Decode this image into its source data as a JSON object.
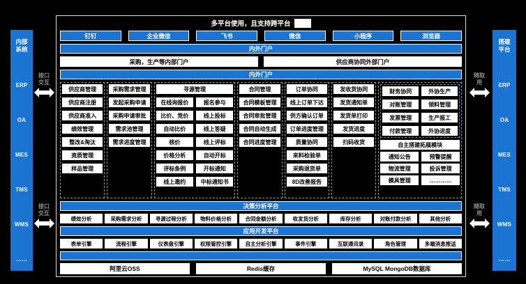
{
  "colors": {
    "blue": "#1b74d2",
    "label": "#8f8f8f",
    "dash": "#9a9a9a",
    "bluedash": "#4a8fe2"
  },
  "title": {
    "text": "多平台使用，且支持跨平台"
  },
  "left_sidebar": {
    "title": "内部系统",
    "items": [
      "ERP",
      "OA",
      "MES",
      "TMS",
      "WMS",
      "……"
    ]
  },
  "right_sidebar": {
    "title": "搭建平台",
    "items": [
      "ERP",
      "OA",
      "MES",
      "TMS",
      "WMS",
      "……"
    ]
  },
  "connectors": {
    "left": {
      "label": "接口交互"
    },
    "right": {
      "label": "随取用"
    }
  },
  "top_apps": [
    "钉钉",
    "企业微信",
    "飞书",
    "微信",
    "小程序",
    "浏览器"
  ],
  "portal_bar": "内外门户",
  "portals": [
    "采购，生产等内部门户",
    "供应商协同外部门户"
  ],
  "collab_bar": "内外门户",
  "module_columns": [
    {
      "header": "供应商管理",
      "items": [
        "供应商注册",
        "供应商准入",
        "绩效管理",
        "整改&淘汰",
        "资质管理",
        "样品管理"
      ]
    },
    {
      "header": "采购需求管理",
      "items": [
        "发起采购申请",
        "采购申请审批",
        "需求池管理",
        "需求进度管理"
      ]
    },
    {
      "header": "寻源管理",
      "sub_columns": [
        [
          "在线询报价",
          "比价、竞价",
          "自动比价",
          "核价",
          "价格分析",
          "评标条例",
          "线上邀约"
        ],
        [
          "报名参与",
          "线上投标",
          "线上答疑",
          "线上评标",
          "自动开标",
          "开标通知",
          "中标通知书"
        ]
      ]
    },
    {
      "header": "合同管理",
      "items": [
        "合同模板管理",
        "合同审批管理",
        "合同自动生成",
        "合同进度管理"
      ]
    },
    {
      "header": "订单协同",
      "items": [
        "线上订单下达",
        "供方确认订单",
        "订单进度管理",
        "质量协同",
        "来料检验单",
        "采购退货单",
        "8D改善报告"
      ]
    },
    {
      "header": "发收货协同",
      "items": [
        "发货通知单",
        "发货单打印",
        "发货进度",
        "扫码收货"
      ]
    }
  ],
  "right_group": {
    "finance": {
      "header": "财务协同",
      "items": [
        "对账管理",
        "发票管理",
        "付款管理"
      ]
    },
    "outsourcing": {
      "header": "外协生产",
      "items": [
        "领料管理",
        "生产报工",
        "外协进度"
      ]
    },
    "extension": {
      "header": "自主搭建拓展模块",
      "rows": [
        [
          "通知公告",
          "预警提醒"
        ],
        [
          "物流管理",
          "投诉管理"
        ],
        [
          "模具管理",
          "…………"
        ]
      ]
    }
  },
  "decision_platform": {
    "header": "决策分析平台",
    "items": [
      "绩效分析",
      "采购需求分析",
      "寻源过程分析",
      "物料价格分析",
      "合同金额分析",
      "收发货分析",
      "库存分析",
      "对账付款分析",
      "其他分析"
    ]
  },
  "appdev_platform": {
    "header": "应用开发平台",
    "items": [
      "表单引擎",
      "流程引擎",
      "仪表盘引擎",
      "权限管控引擎",
      "自主分析引擎",
      "事件引擎",
      "互联通讯录",
      "角色管理",
      "多端消息推送"
    ]
  },
  "infra": {
    "bar": "",
    "items": [
      "阿里云OSS",
      "Redis缓存",
      "MySQL MongoDB数据库"
    ]
  }
}
